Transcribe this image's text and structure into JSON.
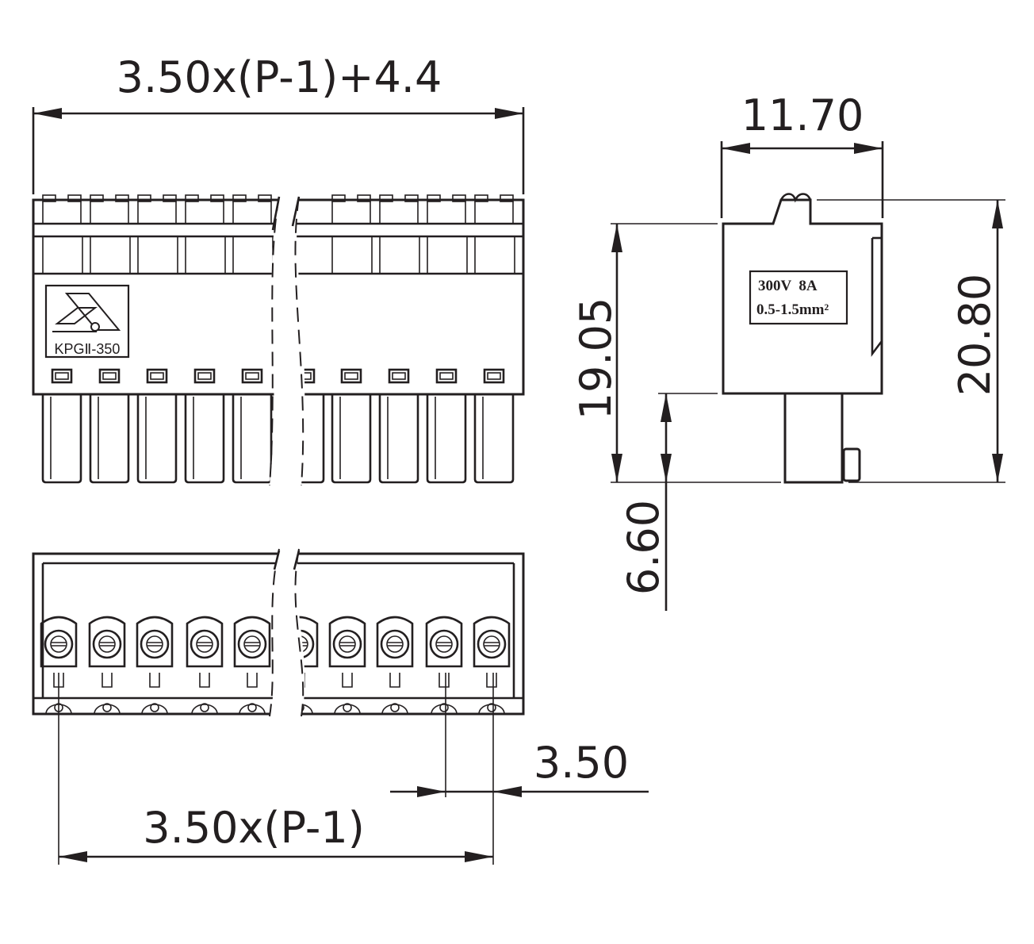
{
  "drawing": {
    "front_view": {
      "overall_width_label": "3.50x(P-1)+4.4",
      "logo_text": "KPGⅡ-350"
    },
    "side_view": {
      "depth_label": "11.70",
      "body_height_label": "19.05",
      "total_height_label": "20.80",
      "pin_length_label": "6.60",
      "rating_line1": "300V  8A",
      "rating_line2": "0.5-1.5mm²"
    },
    "bottom_view": {
      "pitch_label": "3.50",
      "pin_span_label": "3.50x(P-1)"
    }
  }
}
